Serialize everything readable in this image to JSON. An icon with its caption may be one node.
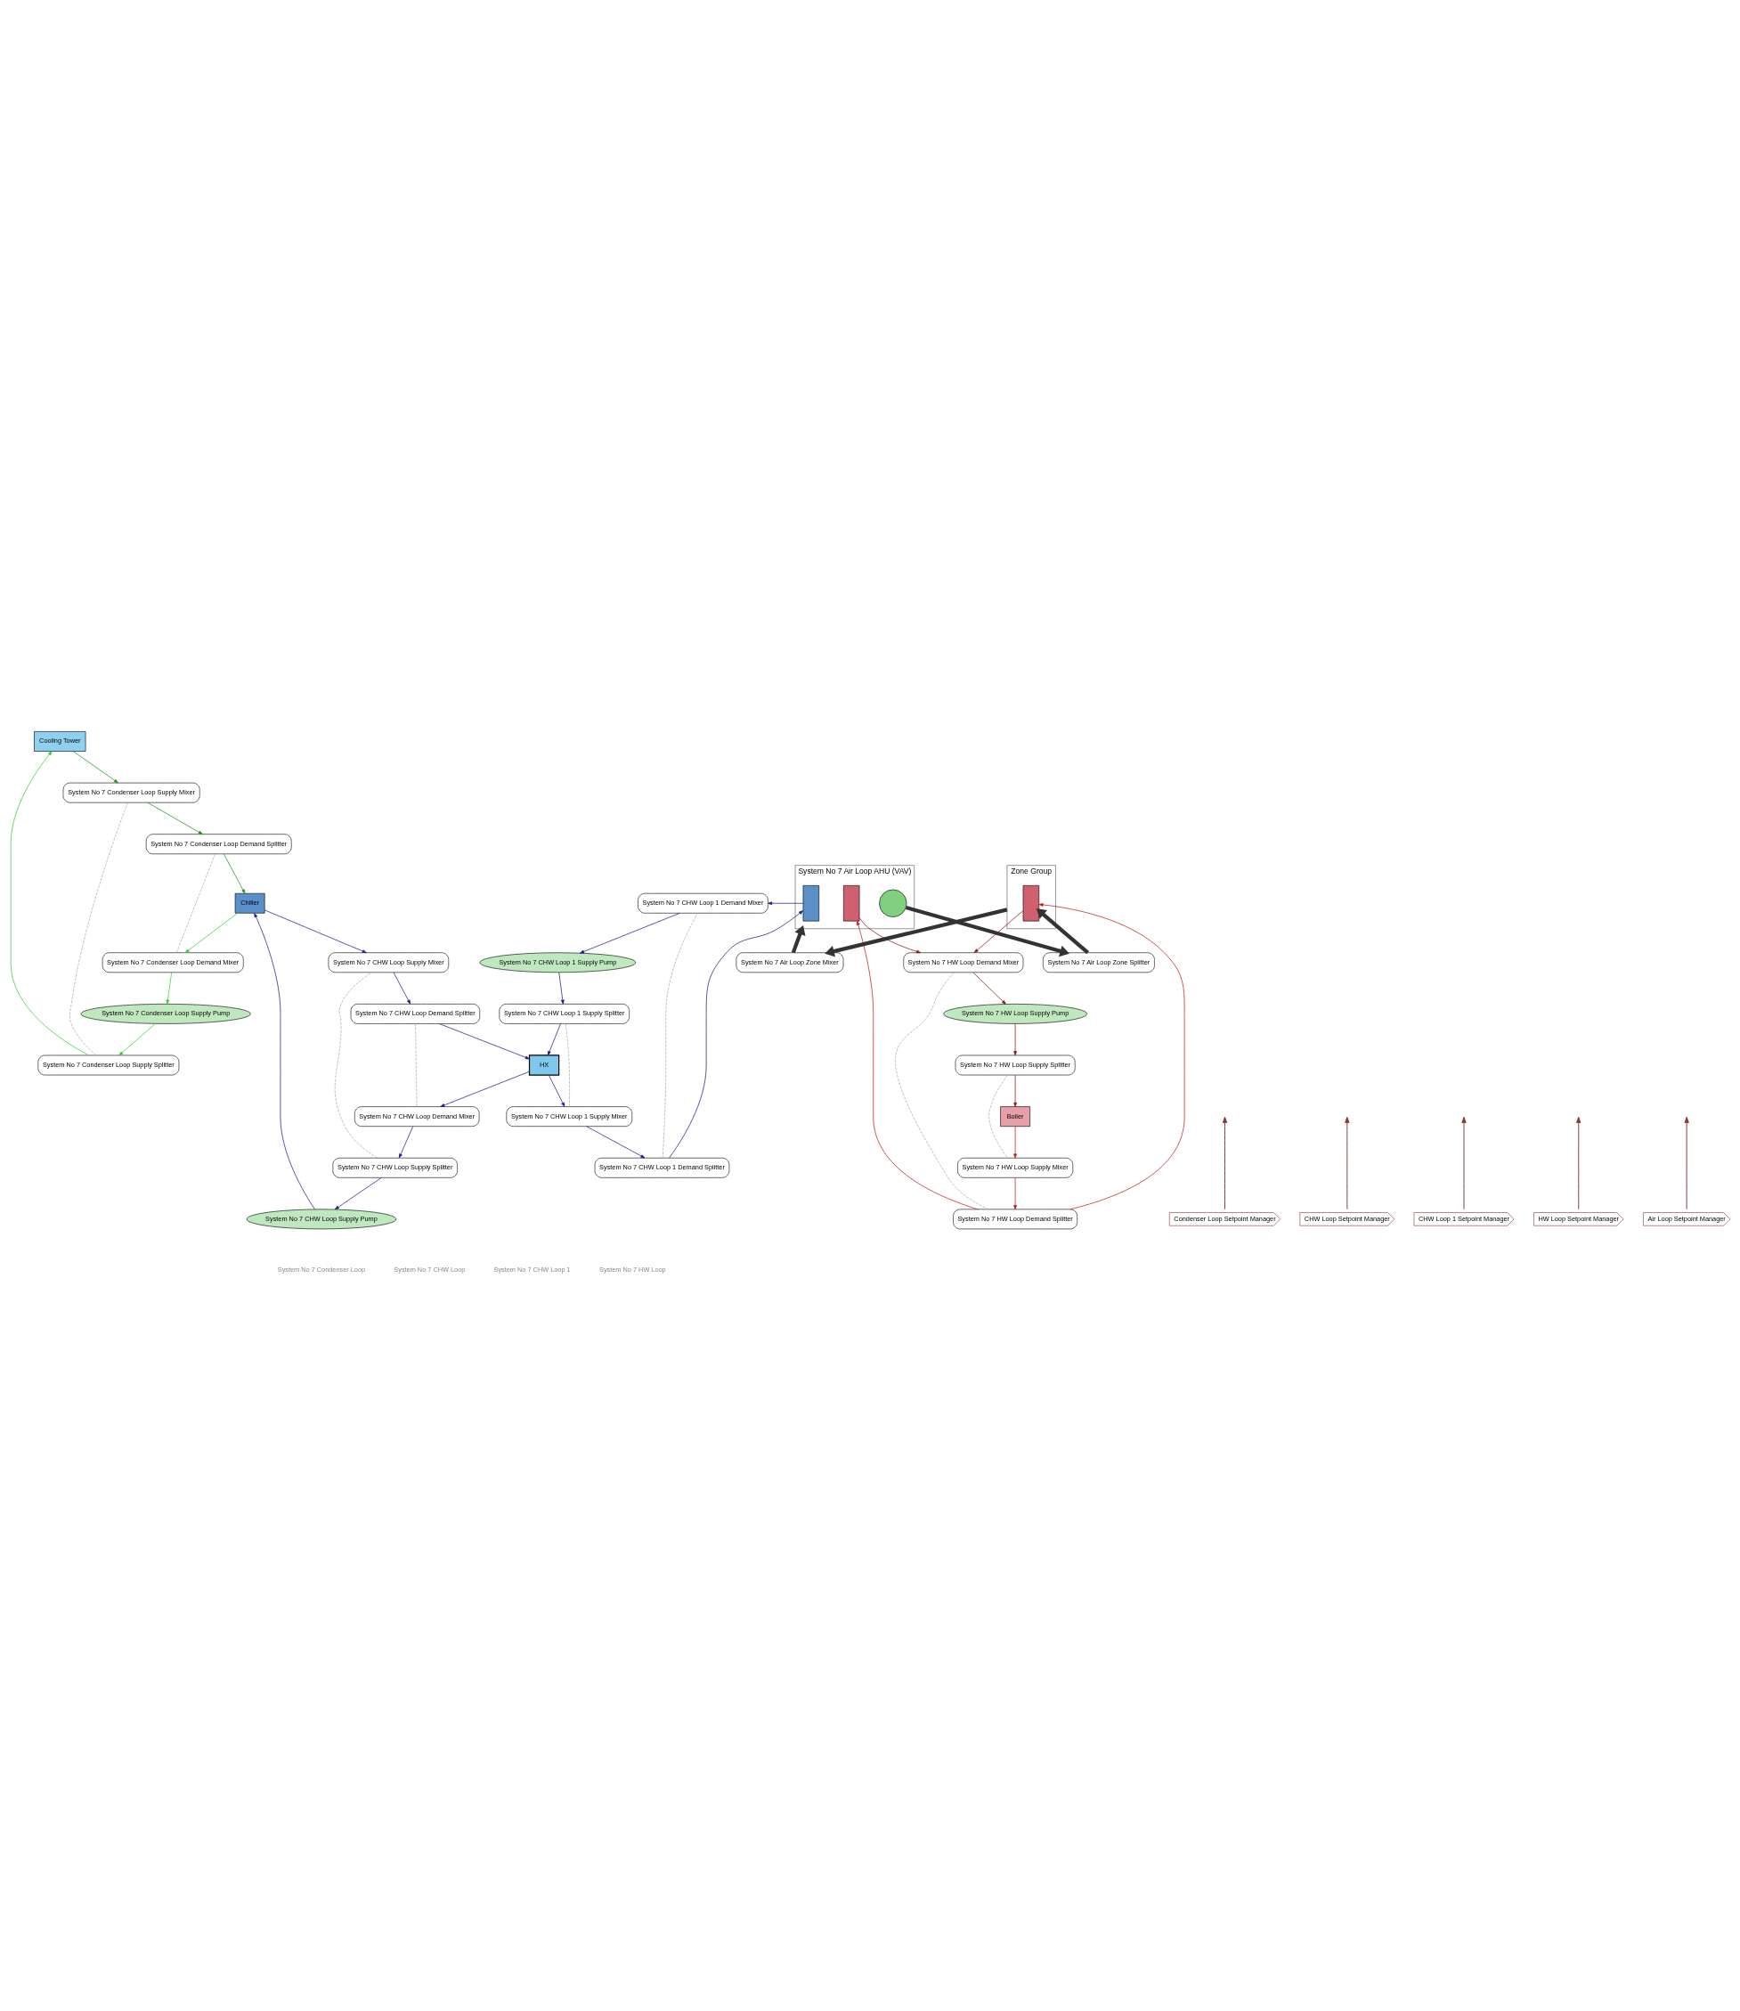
{
  "diagram": {
    "nodes": [
      {
        "text": [
          "Cooling Tower"
        ]
      },
      {
        "text": [
          "System No 7 Condenser Loop Supply Splitter"
        ]
      },
      {
        "text": [
          "System No 7 Condenser Loop Supply Mixer"
        ]
      },
      {
        "text": [
          "System No 7 Condenser Loop Supply Pump"
        ]
      },
      {
        "text": [
          "Condenser Loop Setpoint Manager"
        ]
      },
      {
        "text": [
          "System No 7 Condenser Loop Demand Mixer"
        ]
      },
      {
        "text": [
          "System No 7 Condenser Loop Demand Splitter"
        ]
      },
      {
        "text": [
          "Chiller"
        ]
      },
      {
        "text": [
          "System No 7 CHW Loop Supply Pump"
        ]
      },
      {
        "text": [
          "System No 7 CHW Loop Supply Splitter"
        ]
      },
      {
        "text": [
          "System No 7 CHW Loop Supply Mixer"
        ]
      },
      {
        "text": [
          "CHW Loop Setpoint Manager"
        ]
      },
      {
        "text": [
          "System No 7 CHW Loop Demand Mixer"
        ]
      },
      {
        "text": [
          "System No 7 CHW Loop Demand Splitter"
        ]
      },
      {
        "text": [
          "HX"
        ]
      },
      {
        "text": [
          "System No 7 CHW Loop 1 Supply Splitter"
        ]
      },
      {
        "text": [
          "System No 7 CHW Loop 1 Supply Mixer"
        ]
      },
      {
        "text": [
          "System No 7 CHW Loop 1 Supply Pump"
        ]
      },
      {
        "text": [
          "CHW Loop 1 Setpoint Manager"
        ]
      },
      {
        "text": [
          "System No 7 CHW Loop 1 Demand Splitter"
        ]
      },
      {
        "text": [
          "System No 7 CHW Loop 1 Demand Mixer"
        ]
      },
      {
        "text": [
          "Boiler"
        ]
      },
      {
        "text": [
          "System No 7 HW Loop Supply Splitter"
        ]
      },
      {
        "text": [
          "System No 7 HW Loop Supply Mixer"
        ]
      },
      {
        "text": [
          "System No 7 HW Loop Supply Pump"
        ]
      },
      {
        "text": [
          "HW Loop Setpoint Manager"
        ]
      },
      {
        "text": [
          "System No 7 HW Loop Demand Splitter"
        ]
      },
      {
        "text": [
          "System No 7 HW Loop Demand Mixer"
        ]
      },
      {
        "text": [
          "Air Loop Setpoint Manager"
        ]
      },
      {
        "text": [
          "System No 7 Air Loop AHU (VAV)"
        ]
      },
      {
        "text": [],
        "shape": "box",
        "in": 29
      },
      {
        "text": [],
        "shape": "box",
        "in": 29
      },
      {
        "text": [],
        "shape": "circle",
        "in": 29
      },
      {
        "text": [
          "System No 7 Air Loop Zone Splitter"
        ]
      },
      {
        "text": [
          "System No 7 Air Loop Zone Mixer"
        ]
      },
      {
        "text": [
          "Zone Group"
        ]
      },
      {
        "text": [],
        "shape": "box",
        "in": 35
      }
    ],
    "edges": [
      {
        "from": 1,
        "to": 0,
        "arrow": "to",
        "color": "#33cc33"
      },
      {
        "from": 0,
        "to": 2,
        "arrow": "to",
        "color": "#1e8c1e"
      },
      {
        "from": 2,
        "to": 6,
        "arrow": "to",
        "color": "#1e8c1e"
      },
      {
        "from": 6,
        "to": 7,
        "arrow": "to",
        "color": "#1e8c1e"
      },
      {
        "from": 7,
        "to": 5,
        "arrow": "to",
        "color": "#33cc33"
      },
      {
        "from": 5,
        "to": 3,
        "arrow": "to",
        "color": "#33cc33"
      },
      {
        "from": 3,
        "to": 1,
        "arrow": "to",
        "color": "#33cc33"
      },
      {
        "from": 4,
        "to": null,
        "arrow": "to",
        "color": "#8b3a3a"
      },
      {
        "from": 1,
        "to": 2,
        "arrow": "none",
        "style": "dashed",
        "color": "#aaaaaa"
      },
      {
        "from": 5,
        "to": 6,
        "arrow": "none",
        "style": "dashed",
        "color": "#aaaaaa"
      },
      {
        "from": 13,
        "to": 14,
        "arrow": "to"
      },
      {
        "from": 14,
        "to": 12,
        "arrow": "to"
      },
      {
        "from": 12,
        "to": 9,
        "arrow": "to"
      },
      {
        "from": 9,
        "to": 8,
        "arrow": "to"
      },
      {
        "from": 8,
        "to": 7,
        "arrow": "to"
      },
      {
        "from": 7,
        "to": 10,
        "arrow": "to"
      },
      {
        "from": 10,
        "to": 13,
        "arrow": "to"
      },
      {
        "from": 11,
        "to": null,
        "arrow": "to",
        "color": "#8b3a3a"
      },
      {
        "from": 9,
        "to": 10,
        "arrow": "none",
        "style": "dashed",
        "color": "#aaaaaa"
      },
      {
        "from": 12,
        "to": 13,
        "arrow": "none",
        "style": "dashed",
        "color": "#aaaaaa"
      },
      {
        "from": 20,
        "to": 17,
        "arrow": "to"
      },
      {
        "from": 17,
        "to": 15,
        "arrow": "to"
      },
      {
        "from": 15,
        "to": 14,
        "arrow": "to"
      },
      {
        "from": 14,
        "to": 16,
        "arrow": "to"
      },
      {
        "from": 16,
        "to": 19,
        "arrow": "to"
      },
      {
        "from": 19,
        "to": 30,
        "arrow": "to"
      },
      {
        "from": 30,
        "to": 20,
        "arrow": "to"
      },
      {
        "from": 18,
        "to": null,
        "arrow": "to",
        "color": "#8b3a3a"
      },
      {
        "from": 15,
        "to": 16,
        "arrow": "none",
        "style": "dashed",
        "color": "#aaaaaa"
      },
      {
        "from": 19,
        "to": 20,
        "arrow": "none",
        "style": "dashed",
        "color": "#aaaaaa"
      },
      {
        "from": 27,
        "to": 24,
        "arrow": "to",
        "color": "#8b1010"
      },
      {
        "from": 24,
        "to": 22,
        "arrow": "to",
        "color": "#8b1010"
      },
      {
        "from": 22,
        "to": 21,
        "arrow": "to",
        "color": "#8b1010"
      },
      {
        "from": 21,
        "to": 23,
        "arrow": "to",
        "color": "#c01818"
      },
      {
        "from": 23,
        "to": 26,
        "arrow": "to",
        "color": "#c01818"
      },
      {
        "from": 26,
        "to": 31,
        "arrow": "to",
        "color": "#c01818"
      },
      {
        "from": 31,
        "to": 27,
        "arrow": "to",
        "color": "#8b1010"
      },
      {
        "from": 26,
        "to": 36,
        "arrow": "to",
        "color": "#c01818"
      },
      {
        "from": 36,
        "to": 27,
        "arrow": "to",
        "color": "#8b1010"
      },
      {
        "from": 25,
        "to": null,
        "arrow": "to",
        "color": "#8b3a3a"
      },
      {
        "from": 22,
        "to": 23,
        "arrow": "none",
        "style": "dashed",
        "color": "#aaaaaa"
      },
      {
        "from": 26,
        "to": 27,
        "arrow": "none",
        "style": "dashed",
        "color": "#aaaaaa"
      },
      {
        "from": 32,
        "to": 33,
        "arrow": "to",
        "style": "thick",
        "color": "#333333"
      },
      {
        "from": 33,
        "to": 36,
        "arrow": "to",
        "style": "thick",
        "color": "#333333"
      },
      {
        "from": 35,
        "to": 34,
        "arrow": "to",
        "style": "thick",
        "color": "#333333"
      },
      {
        "from": 34,
        "to": 29,
        "arrow": "to",
        "style": "thick",
        "color": "#333333"
      },
      {
        "from": 28,
        "to": null,
        "arrow": "to",
        "color": "#8b3a3a"
      }
    ],
    "labels": [
      "System No 7 Condenser Loop",
      "System No 7 CHW Loop",
      "System No 7 CHW Loop 1",
      "System No 7 HW Loop"
    ]
  }
}
